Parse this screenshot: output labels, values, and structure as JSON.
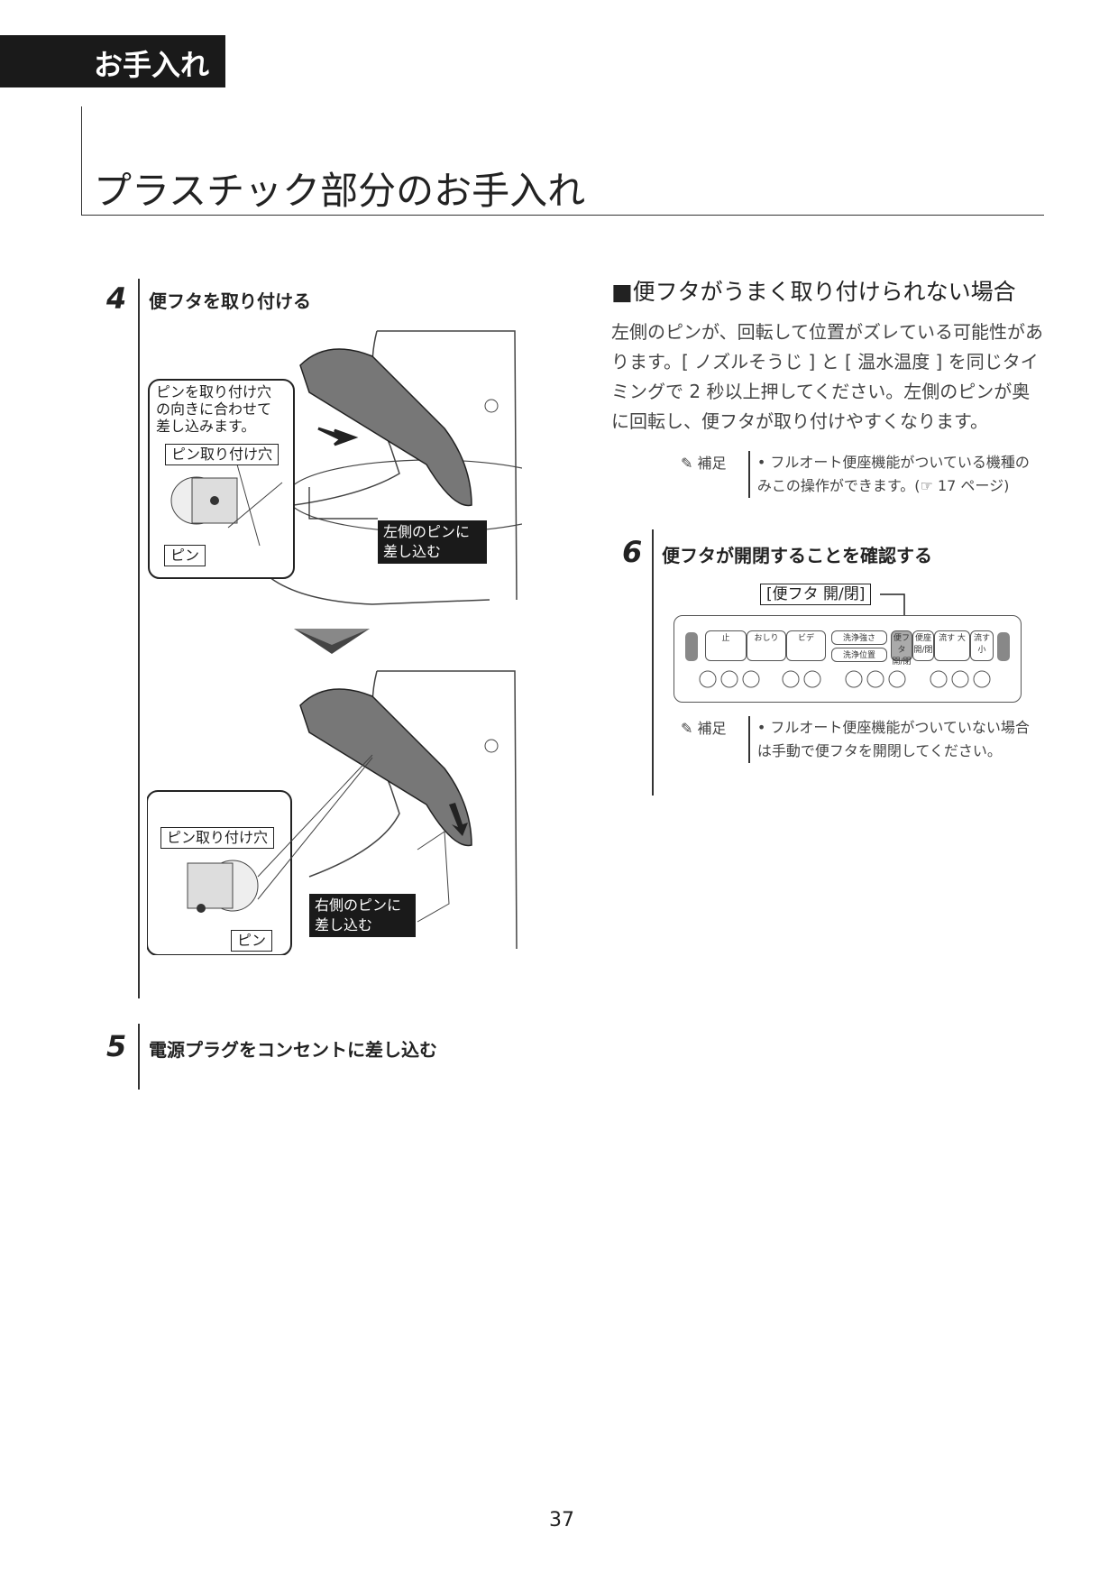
{
  "section_tab": "お手入れ",
  "page_title": "プラスチック部分のお手入れ",
  "steps": [
    {
      "num": "4",
      "label": "便フタを取り付ける"
    },
    {
      "num": "5",
      "label": "電源プラグをコンセントに差し込む"
    },
    {
      "num": "6",
      "label": "便フタが開閉することを確認する"
    }
  ],
  "figure1": {
    "inset_text": "ピンを取り付け穴の向きに合わせて差し込みます。",
    "hole_label": "ピン取り付け穴",
    "pin_label": "ピン",
    "callout": "左側のピンに差し込む"
  },
  "figure2": {
    "hole_label": "ピン取り付け穴",
    "pin_label": "ピン",
    "callout": "右側のピンに差し込む"
  },
  "trouble": {
    "heading": "■便フタがうまく取り付けられない場合",
    "body": "左側のピンが、回転して位置がズレている可能性があります。[ ノズルそうじ ] と [ 温水温度 ] を同じタイミングで 2 秒以上押してください。左側のピンが奥に回転し、便フタが取り付けやすくなります。",
    "note_label": "補足",
    "note_text": "• フルオート便座機能がついている機種のみこの操作ができます。(☞ 17 ページ)"
  },
  "panel": {
    "callout": "[便フタ 開/閉]",
    "buttons": [
      "止",
      "おしり",
      "ビデ",
      "洗浄強さ",
      "洗浄位置",
      "便フタ 開/閉",
      "便座 開/閉",
      "流す 大",
      "流す 小"
    ]
  },
  "note2": {
    "label": "補足",
    "text": "• フルオート便座機能がついていない場合は手動で便フタを開閉してください。"
  },
  "page_number": "37"
}
